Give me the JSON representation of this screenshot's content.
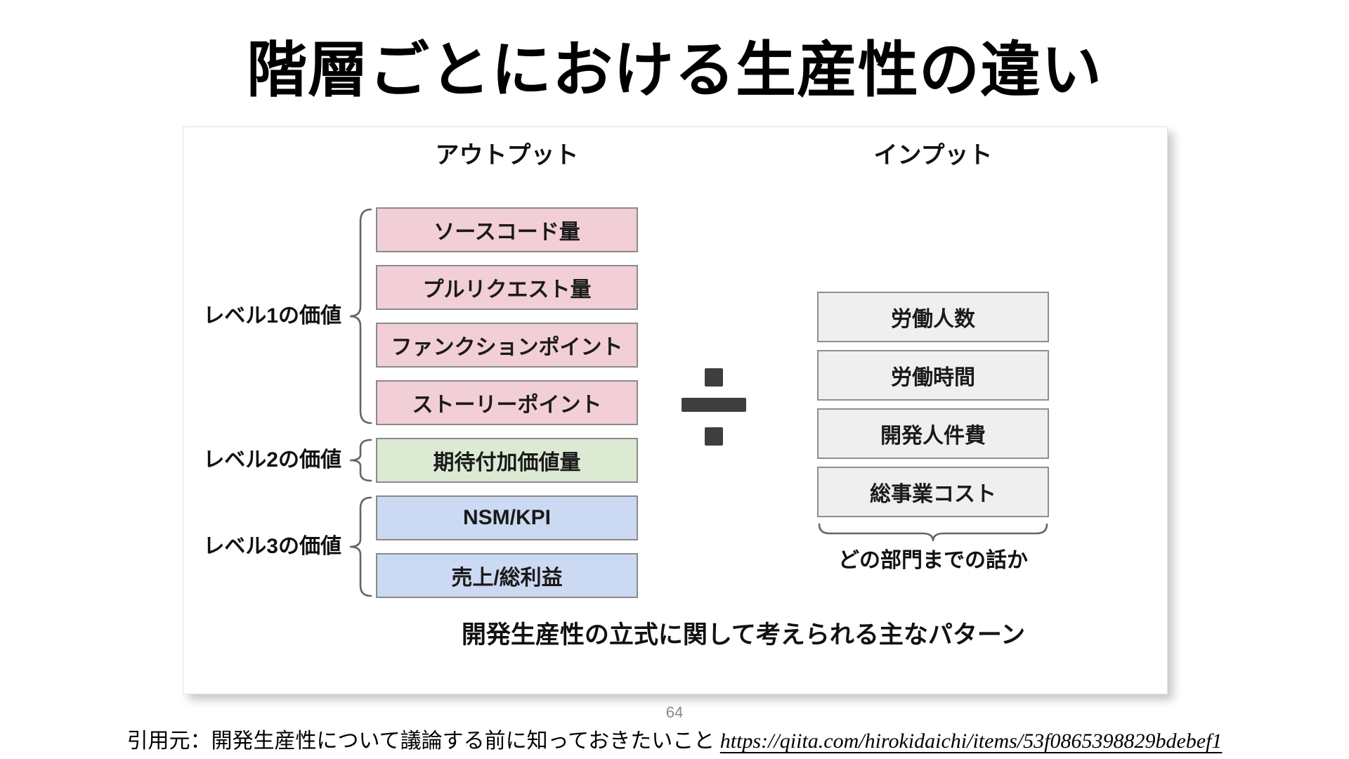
{
  "slide": {
    "title": "階層ごとにおける生産性の違い",
    "page_number": "64",
    "citation_prefix": "引用元：開発生産性について議論する前に知っておきたいこと ",
    "citation_url": "https://qiita.com/hirokidaichi/items/53f0865398829bdebef1"
  },
  "diagram": {
    "caption": "開発生産性の立式に関して考えられる主なパターン",
    "operator": "÷",
    "operator_color": "#3e3e3e",
    "output": {
      "header": "アウトプット",
      "boxes": [
        {
          "label": "ソースコード量",
          "color": "#f2ced6"
        },
        {
          "label": "プルリクエスト量",
          "color": "#f2ced6"
        },
        {
          "label": "ファンクションポイント",
          "color": "#f2ced6"
        },
        {
          "label": "ストーリーポイント",
          "color": "#f2ced6"
        },
        {
          "label": "期待付加価値量",
          "color": "#dcead4"
        },
        {
          "label": "NSM/KPI",
          "color": "#ccd9f2"
        },
        {
          "label": "売上/総利益",
          "color": "#ccd9f2"
        }
      ],
      "levels": [
        {
          "label": "レベル1の価値"
        },
        {
          "label": "レベル2の価値"
        },
        {
          "label": "レベル3の価値"
        }
      ]
    },
    "input": {
      "header": "インプット",
      "boxes": [
        {
          "label": "労働人数",
          "color": "#efefef"
        },
        {
          "label": "労働時間",
          "color": "#efefef"
        },
        {
          "label": "開発人件費",
          "color": "#efefef"
        },
        {
          "label": "総事業コスト",
          "color": "#efefef"
        }
      ],
      "footnote": "どの部門までの話か"
    }
  }
}
